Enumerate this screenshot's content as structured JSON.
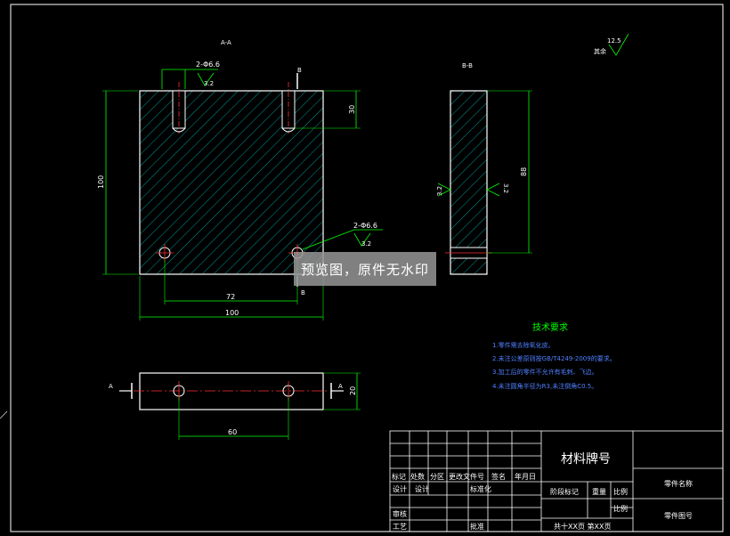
{
  "views": {
    "section_aa": "A-A",
    "section_bb": "B-B",
    "mark_a": "A",
    "mark_b": "B"
  },
  "dims": {
    "hole_top": "2-Φ6.6",
    "hole_bottom": "2-Φ6.6",
    "rough_32": "3.2",
    "rough_125": "12.5",
    "rough_other": "其余",
    "d30": "30",
    "d100_v": "100",
    "d72": "72",
    "d100_h": "100",
    "d88": "88",
    "d20": "20",
    "d60": "60"
  },
  "tech": {
    "title": "技术要求",
    "items": [
      "1.零件需去除氧化皮。",
      "2.未注公差原则按GB/T4249-2009的要求。",
      "3.加工后的零件不允许有毛刺、飞边。",
      "4.未注圆角半径为R3,未注倒角C0.5。"
    ]
  },
  "title_block": {
    "material": "材料牌号",
    "part_name": "零件名称",
    "part_no": "零件图号",
    "row1": [
      "标记",
      "处数",
      "分区",
      "更改文件号",
      "签名",
      "年月日"
    ],
    "row2": [
      "设计",
      "设计",
      "标准化"
    ],
    "stage": "阶段标记",
    "weight": "重量",
    "scale": "比例",
    "scale2": "比例",
    "check": "审核",
    "process": "工艺",
    "approve": "批准",
    "sheets": "共十XX页  第XX页"
  },
  "watermark": "预览图，原件无水印"
}
